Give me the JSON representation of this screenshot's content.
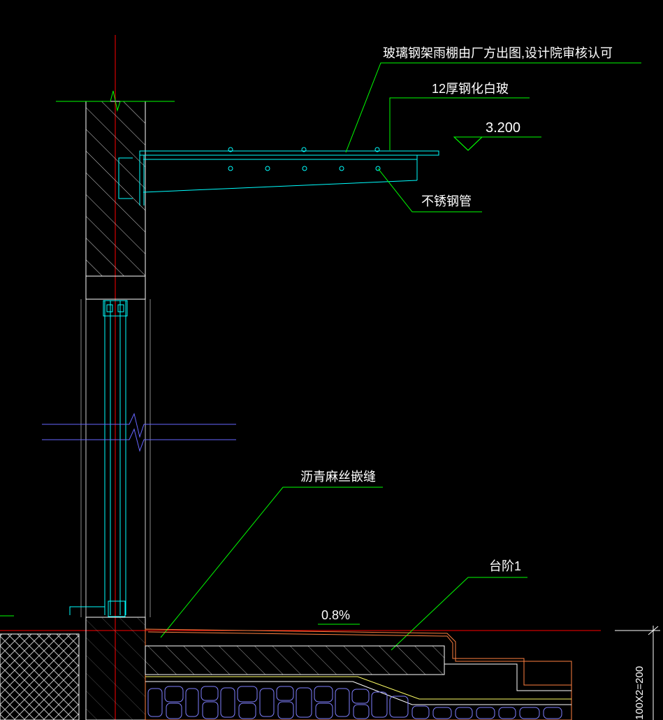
{
  "annotations": {
    "glass_canopy": "玻璃钢架雨棚由厂方出图,设计院审核认可",
    "glass_thickness": "12厚钢化白玻",
    "elevation": "3.200",
    "steel_pipe": "不锈钢管",
    "joint_fill": "沥青麻丝嵌缝",
    "step": "台阶1",
    "slope": "0.8%",
    "dimension": "100X2=200"
  },
  "colors": {
    "background": "#000000",
    "leader": "#00ff00",
    "wall": "#ffffff",
    "steel": "#00ffff",
    "axis": "#ff0000",
    "break_line": "#5555ff",
    "finish": "#ff8040",
    "fill_hatch": "#8080ff",
    "text": "#ffffff"
  }
}
